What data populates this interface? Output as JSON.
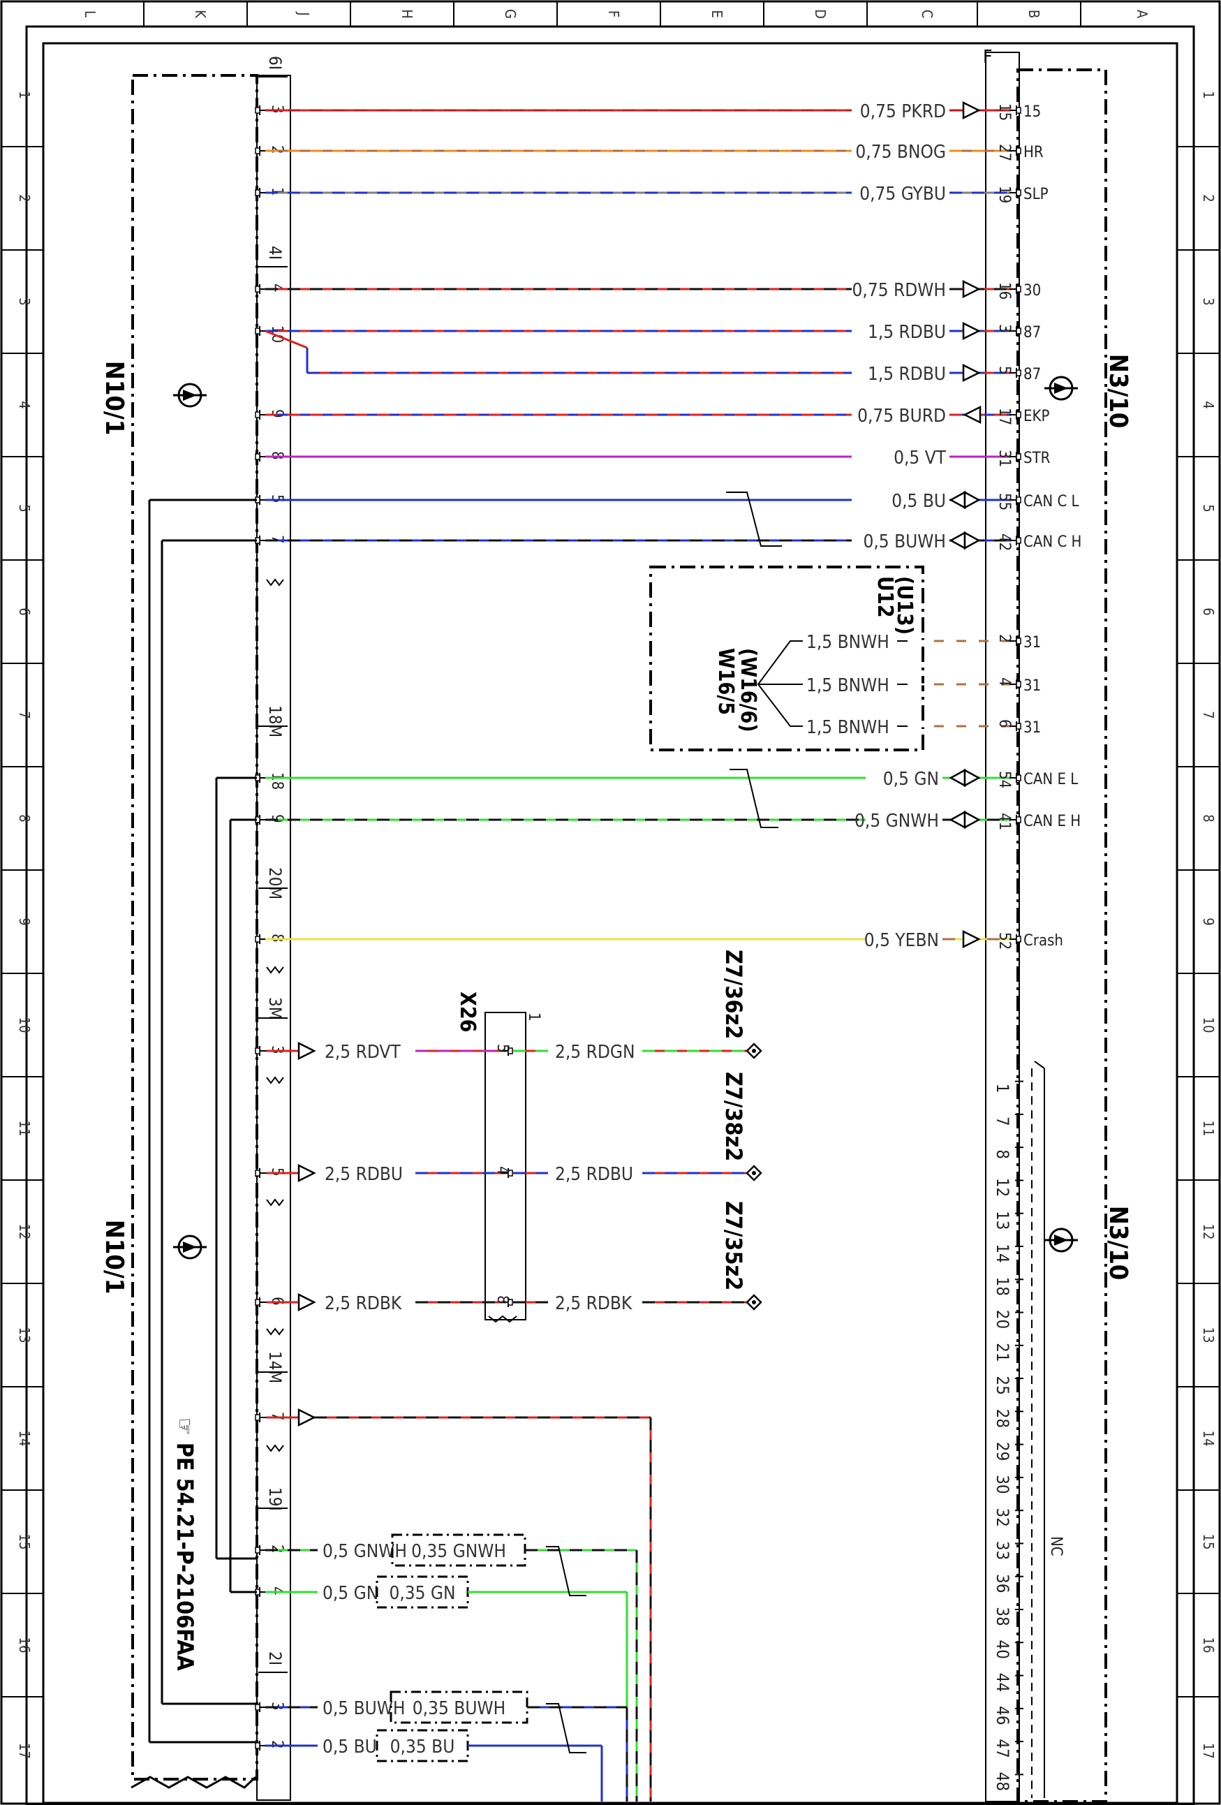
{
  "border": {
    "columns": [
      "L",
      "K",
      "J",
      "H",
      "G",
      "F",
      "E",
      "D",
      "C",
      "B",
      "A"
    ],
    "rows": [
      "1",
      "2",
      "3",
      "4",
      "5",
      "6",
      "7",
      "8",
      "9",
      "10",
      "11",
      "12",
      "13",
      "14",
      "15",
      "16",
      "17"
    ]
  },
  "components": {
    "left_top_label": "N10/1",
    "left_bottom_label": "N10/1",
    "right_top_label": "N3/10",
    "right_bottom_label": "N3/10",
    "splice_box_label_1": "U12",
    "splice_box_label_2": "(U13)",
    "ground_label_1": "W16/5",
    "ground_label_2": "(W16/6)",
    "connector_x26_label": "X26",
    "connector_x26_pin": "1",
    "reference_note": "PE 54.21-P-2106FAA",
    "nc_label": "NC",
    "top_right_marker": "F"
  },
  "left_connectors": [
    {
      "name": "6I",
      "y": 0
    },
    {
      "name": "4I",
      "y": 1
    },
    {
      "name": "18M",
      "y": 2
    },
    {
      "name": "20M",
      "y": 3
    },
    {
      "name": "3M",
      "y": 4
    },
    {
      "name": "14M",
      "y": 5
    },
    {
      "name": "19I",
      "y": 6
    },
    {
      "name": "2I",
      "y": 7
    }
  ],
  "wires_top": [
    {
      "lp": "3",
      "label": "0,75  PKRD",
      "rp": "15",
      "sig": "15",
      "c1": "#e02020",
      "c2": "#c01818",
      "arrow": "right"
    },
    {
      "lp": "2",
      "label": "0,75  BNOG",
      "rp": "27",
      "sig": "HR",
      "c1": "#b07040",
      "c2": "#f08a20",
      "arrow": "none"
    },
    {
      "lp": "1",
      "label": "0,75  GYBU",
      "rp": "19",
      "sig": "SLP",
      "c1": "#808080",
      "c2": "#2030d0",
      "arrow": "none"
    },
    {
      "lp": "4",
      "label": "0,75  RDWH",
      "rp": "16",
      "sig": "30",
      "c1": "#e02020",
      "c2": "#111111",
      "arrow": "right"
    },
    {
      "lp": "10",
      "label": "1,5  RDBU",
      "rp": "3",
      "sig": "87",
      "c1": "#e02020",
      "c2": "#2030d0",
      "arrow": "right"
    },
    {
      "lp": "",
      "label": "1,5  RDBU",
      "rp": "5",
      "sig": "87",
      "c1": "#e02020",
      "c2": "#2030d0",
      "arrow": "right"
    },
    {
      "lp": "9",
      "label": "0,75  BURD",
      "rp": "17",
      "sig": "EKP",
      "c1": "#2030d0",
      "c2": "#e02020",
      "arrow": "left"
    },
    {
      "lp": "8",
      "label": "0,5  VT",
      "rp": "31",
      "sig": "STR",
      "c1": "#c020c0",
      "c2": "#c020c0",
      "arrow": "none"
    },
    {
      "lp": "5",
      "label": "0,5  BU",
      "rp": "55",
      "sig": "CAN  C  L",
      "c1": "#2030d0",
      "c2": "#2030d0",
      "arrow": "both"
    },
    {
      "lp": "7",
      "label": "0,5  BUWH",
      "rp": "42",
      "sig": "CAN  C  H",
      "c1": "#2030d0",
      "c2": "#111111",
      "arrow": "both"
    }
  ],
  "splice_wires": [
    {
      "label": "1,5  BNWH",
      "rp": "2",
      "sig": "31"
    },
    {
      "label": "1,5  BNWH",
      "rp": "4",
      "sig": "31"
    },
    {
      "label": "1,5  BNWH",
      "rp": "6",
      "sig": "31"
    }
  ],
  "wires_can_e": [
    {
      "lp": "18",
      "label": "0,5  GN",
      "rp": "54",
      "sig": "CAN  E  L"
    },
    {
      "lp": "9",
      "label": "0,5  GNWH",
      "rp": "41",
      "sig": "CAN  E  H"
    }
  ],
  "wire_crash": {
    "lp": "8",
    "label": "0,5  YEBN",
    "rp": "52",
    "sig": "Crash"
  },
  "wires_x26": [
    {
      "lp": "3",
      "left_label": "2,5  RDVT",
      "xp": "5",
      "right_label": "2,5  RDGN",
      "target": "Z7/36z2"
    },
    {
      "lp": "5",
      "left_label": "2,5  RDBU",
      "xp": "4",
      "right_label": "2,5  RDBU",
      "target": "Z7/38z2"
    },
    {
      "lp": "6",
      "left_label": "2,5  RDBK",
      "xp": "8",
      "right_label": "2,5  RDBK",
      "target": "Z7/35z2"
    }
  ],
  "wire_14m_pin": "7",
  "wires_bottom": [
    {
      "lp": "2",
      "label": "0,5  GNWH",
      "box": "0,35  GNWH"
    },
    {
      "lp": "4",
      "label": "0,5  GN",
      "box": "0,35  GN"
    },
    {
      "lp": "3",
      "label": "0,5  BUWH",
      "box": "0,35  BUWH"
    },
    {
      "lp": "2",
      "label": "0,5  BU",
      "box": "0,35  BU"
    }
  ],
  "nc_pins": [
    "1",
    "7",
    "8",
    "12",
    "13",
    "14",
    "18",
    "20",
    "21",
    "25",
    "28",
    "29",
    "30",
    "32",
    "33",
    "36",
    "38",
    "40",
    "44",
    "46",
    "47",
    "48"
  ]
}
